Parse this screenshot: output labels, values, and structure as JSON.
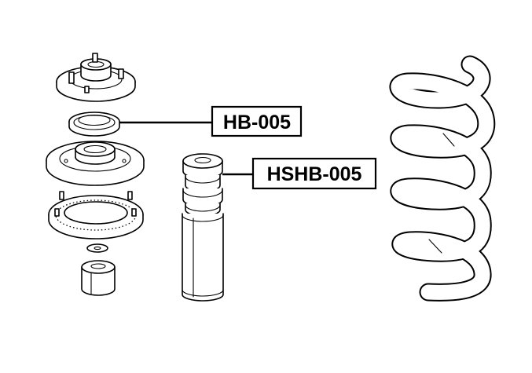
{
  "callouts": [
    {
      "id": "hb",
      "label": "HB-005"
    },
    {
      "id": "hshb",
      "label": "HSHB-005"
    }
  ],
  "colors": {
    "line": "#000000",
    "background": "#ffffff"
  }
}
